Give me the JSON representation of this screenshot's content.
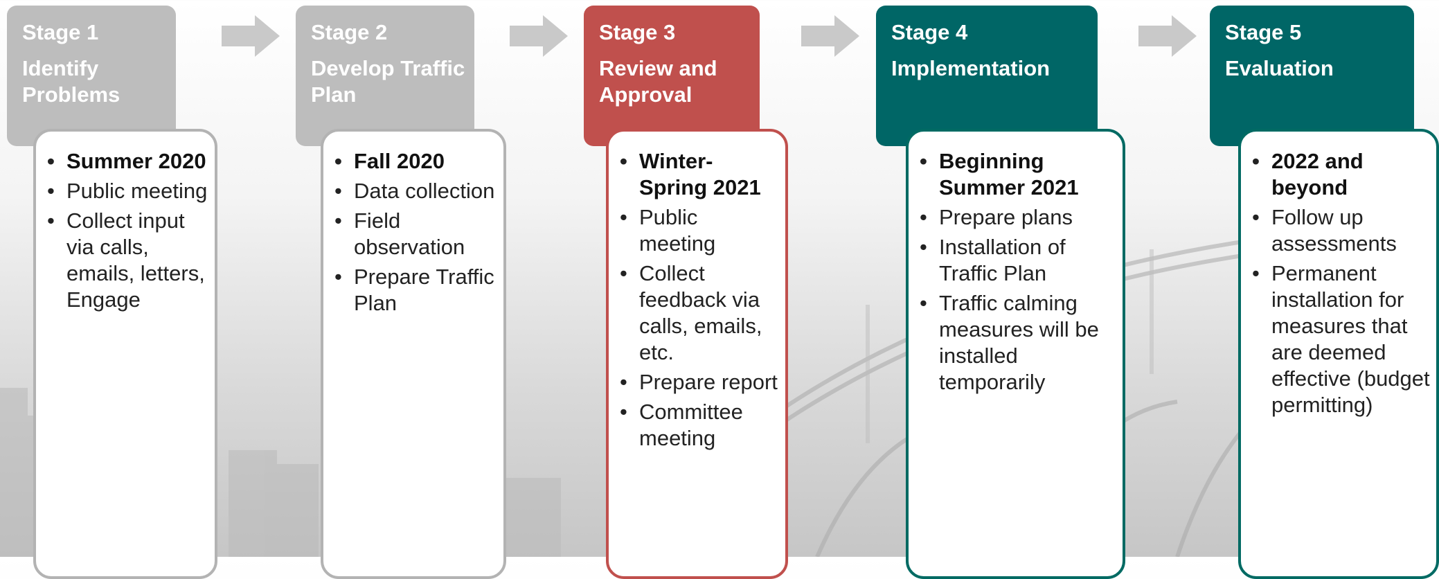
{
  "stages": [
    {
      "stage": "Stage 1",
      "title": "Identify Problems",
      "items": [
        "Summer 2020",
        "Public meeting",
        "Collect input via calls, emails, letters, Engage"
      ]
    },
    {
      "stage": "Stage 2",
      "title": "Develop Traffic Plan",
      "items": [
        "Fall 2020",
        "Data collection",
        "Field observation",
        "Prepare Traffic Plan"
      ]
    },
    {
      "stage": "Stage 3",
      "title": "Review and Approval",
      "items": [
        "Winter-Spring 2021",
        "Public meeting",
        "Collect feedback via calls, emails, etc.",
        "Prepare report",
        "Committee meeting"
      ]
    },
    {
      "stage": "Stage 4",
      "title": "Implementation",
      "items": [
        "Beginning Summer 2021",
        "Prepare plans",
        "Installation of Traffic Plan",
        "Traffic calming measures will be installed temporarily"
      ]
    },
    {
      "stage": "Stage 5",
      "title": "Evaluation",
      "items": [
        "2022 and beyond",
        "Follow up assessments",
        "Permanent installation for measures that are deemed effective (budget permitting)"
      ]
    }
  ],
  "colors": {
    "completed": "#bdbdbd",
    "current": "#c0504d",
    "upcoming": "#006666",
    "arrow": "#c9c9c9"
  }
}
